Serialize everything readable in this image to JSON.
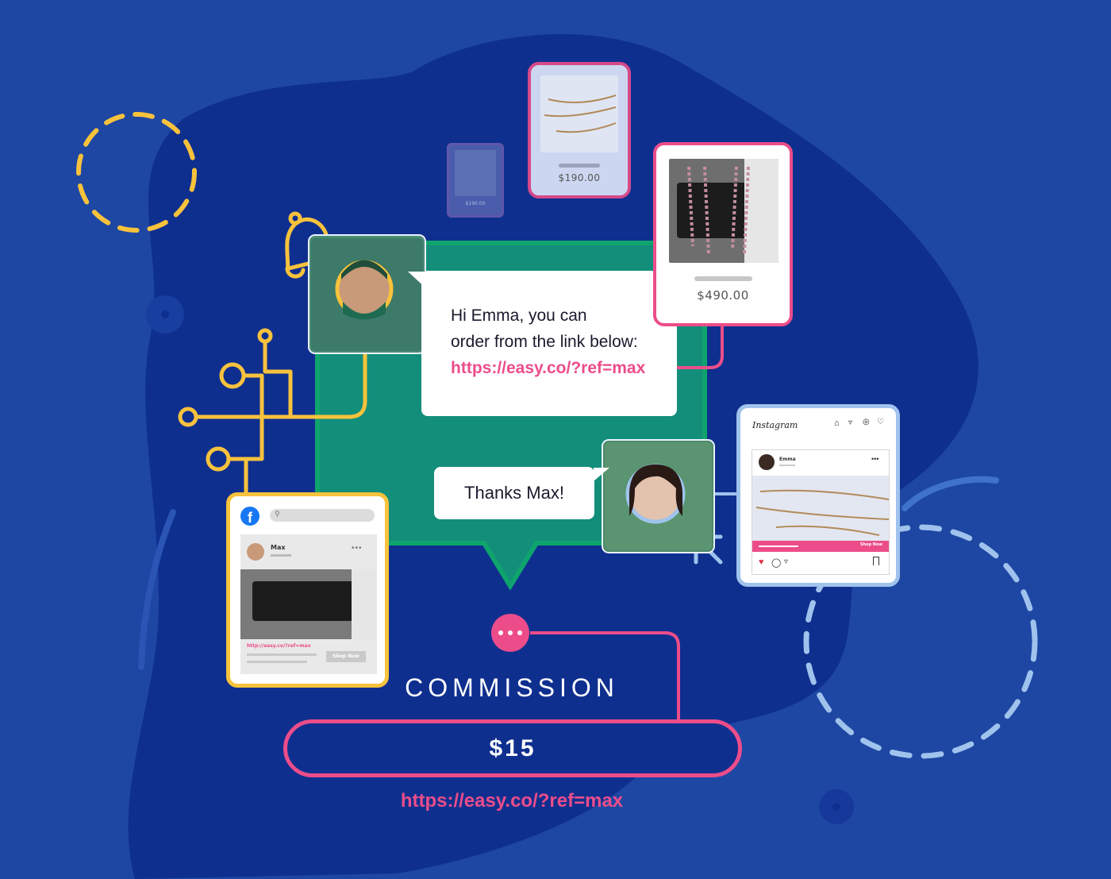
{
  "chat": {
    "greeting_line1": "Hi Emma, you can",
    "greeting_line2": "order from the link below:",
    "link": "https://easy.co/?ref=max",
    "reply": "Thanks Max!"
  },
  "products": {
    "small_price": "$190.00",
    "medium_price": "$190.00",
    "large_price": "$490.00"
  },
  "facebook_post": {
    "user": "Max",
    "link": "http://easy.co/?ref=max",
    "button": "Shop Now"
  },
  "instagram_post": {
    "app_name": "Instagram",
    "user": "Emma",
    "button": "Shop Now"
  },
  "commission": {
    "label": "COMMISSION",
    "amount": "$15",
    "link": "https://easy.co/?ref=max"
  },
  "colors": {
    "background": "#1e47a4",
    "blob": "#0f2f8f",
    "chat_green": "#138e7a",
    "accent_pink": "#ec4d8a",
    "accent_yellow": "#f7c23c",
    "accent_lightblue": "#9fc3ec"
  },
  "icons": [
    "bell-icon",
    "facebook-icon",
    "search-icon",
    "home-icon",
    "send-icon",
    "compass-icon",
    "heart-icon",
    "comment-icon",
    "bookmark-icon",
    "more-icon"
  ]
}
